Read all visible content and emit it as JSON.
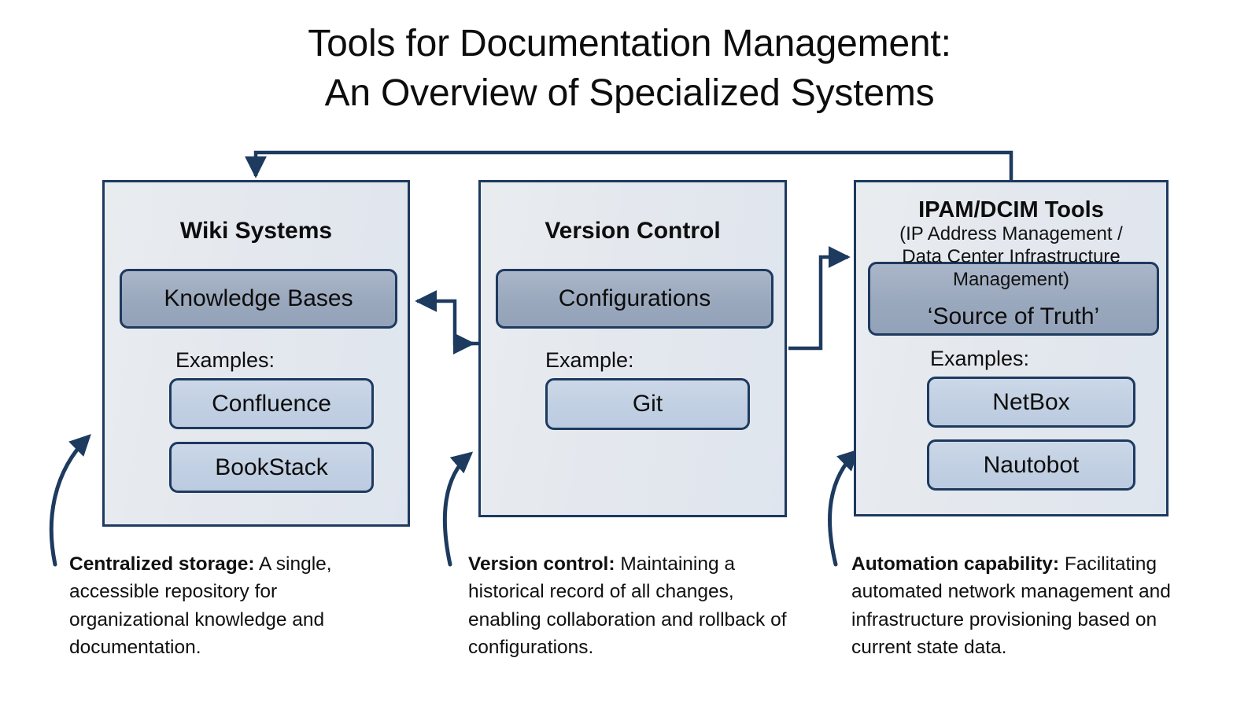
{
  "title": {
    "line1": "Tools for Documentation Management:",
    "line2": "An Overview of Specialized Systems"
  },
  "colors": {
    "border": "#1d3a5f",
    "panel_fill": "#e6eaef",
    "header_pill_fill": "#9aa8bd",
    "example_pill_fill": "#c2d0e3",
    "text": "#0d0d0d",
    "background": "#ffffff"
  },
  "columns": [
    {
      "id": "wiki",
      "title": "Wiki Systems",
      "header_pill": "Knowledge Bases",
      "examples_label": "Examples:",
      "examples": [
        "Confluence",
        "BookStack"
      ]
    },
    {
      "id": "version",
      "title": "Version Control",
      "header_pill": "Configurations",
      "examples_label": "Example:",
      "examples": [
        "Git"
      ]
    },
    {
      "id": "ipam",
      "title": "IPAM/DCIM Tools",
      "subtitle_line1": "(IP Address Management /",
      "subtitle_line2": "Data Center Infrastructure",
      "subtitle_line3": "Management)",
      "header_pill": "‘Source of Truth’",
      "examples_label": "Examples:",
      "examples": [
        "NetBox",
        "Nautobot"
      ]
    }
  ],
  "captions": [
    {
      "lead": "Centralized storage:",
      "body": " A single, accessible repository for organizational knowledge and documentation."
    },
    {
      "lead": "Version control:",
      "body": " Maintaining a historical record of all changes, enabling collaboration and rollback of configurations."
    },
    {
      "lead": "Automation capability:",
      "body": " Facilitating automated network management and infrastructure provisioning based on current state data."
    }
  ]
}
